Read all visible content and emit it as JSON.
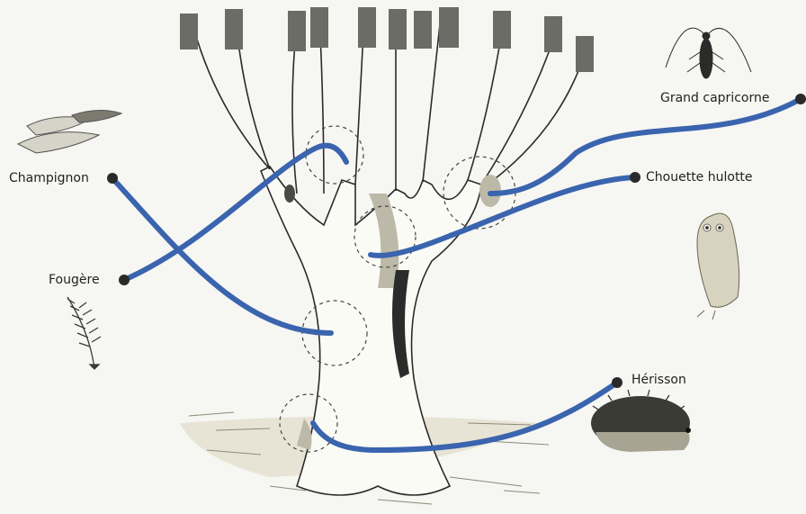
{
  "labels": {
    "champignon": "Champignon",
    "fougere": "Fougère",
    "grand_capricorne": "Grand capricorne",
    "chouette_hulotte": "Chouette hulotte",
    "herisson": "Hérisson"
  },
  "colors": {
    "line": "#3a64ae",
    "dot": "#2a2a2a",
    "ink": "#2b2b2b",
    "bark": "#fbfbf6",
    "shade": "#bdb9a8",
    "ground": "#d9d6c4"
  },
  "icons": [
    "tree",
    "mushroom-icon",
    "fern-icon",
    "longhorn-beetle-icon",
    "owl-icon",
    "hedgehog-icon"
  ]
}
